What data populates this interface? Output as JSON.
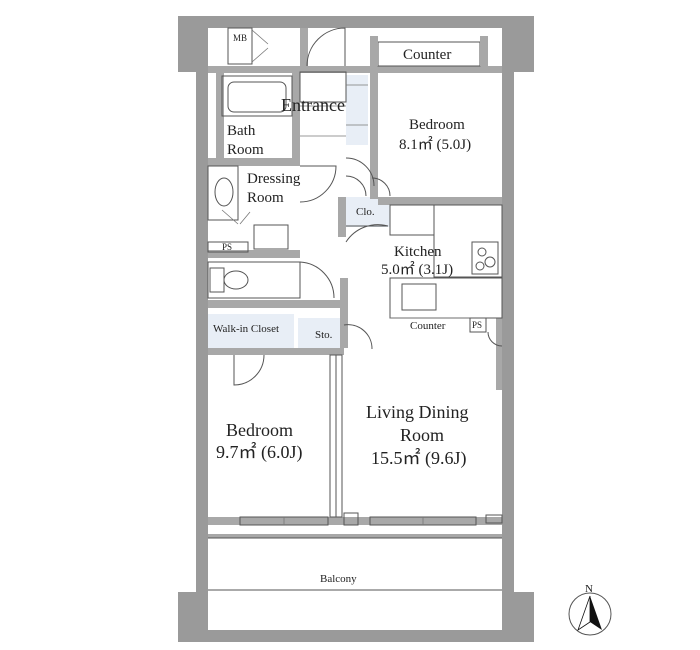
{
  "labels": {
    "mb": "MB",
    "counter_top": "Counter",
    "entrance": "Entrance",
    "bedroom1_name": "Bedroom",
    "bedroom1_area": "8.1㎡ (5.0J)",
    "bath_line1": "Bath",
    "bath_line2": "Room",
    "dressing_line1": "Dressing",
    "dressing_line2": "Room",
    "clo": "Clo.",
    "ps_left": "PS",
    "kitchen_name": "Kitchen",
    "kitchen_area": "5.0㎡ (3.1J)",
    "counter_kitchen": "Counter",
    "ps_right": "PS",
    "walkin": "Walk-in Closet",
    "sto": "Sto.",
    "bedroom2_name": "Bedroom",
    "bedroom2_area": "9.7㎡ (6.0J)",
    "ldr_line1": "Living Dining",
    "ldr_line2": "Room",
    "ldr_area": "15.5㎡ (9.6J)",
    "balcony": "Balcony",
    "north": "N"
  },
  "colors": {
    "wall": "#9a9a9a",
    "closet": "#e8eef6"
  }
}
